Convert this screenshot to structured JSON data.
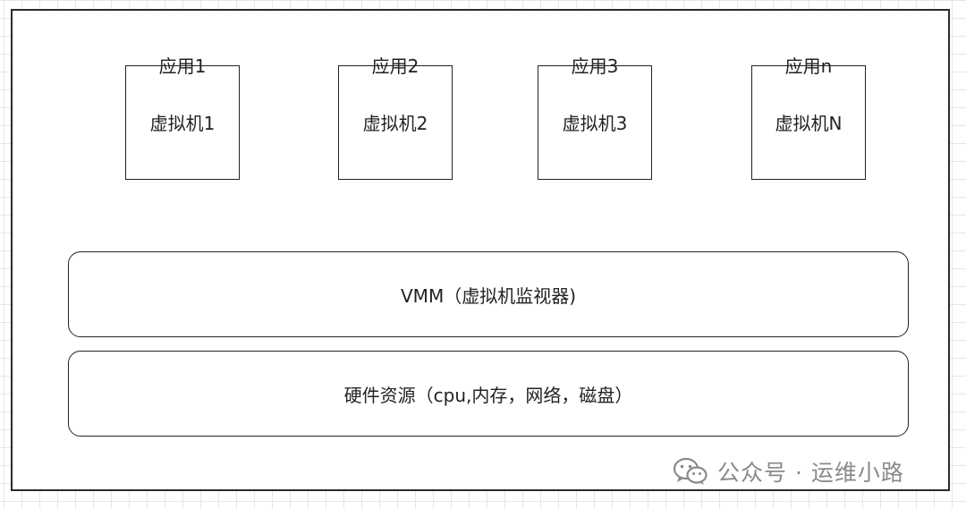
{
  "vms": [
    {
      "app": "应用1",
      "vm": "虚拟机1"
    },
    {
      "app": "应用2",
      "vm": "虚拟机2"
    },
    {
      "app": "应用3",
      "vm": "虚拟机3"
    },
    {
      "app": "应用n",
      "vm": "虚拟机N"
    }
  ],
  "layers": {
    "vmm": "VMM（虚拟机监视器)",
    "hardware": "硬件资源（cpu,内存，网络，磁盘）"
  },
  "watermark": {
    "text": "公众号 · 运维小路",
    "icon": "wechat-icon"
  },
  "colors": {
    "stroke": "#222222",
    "watermark": "#8a8a8a"
  }
}
